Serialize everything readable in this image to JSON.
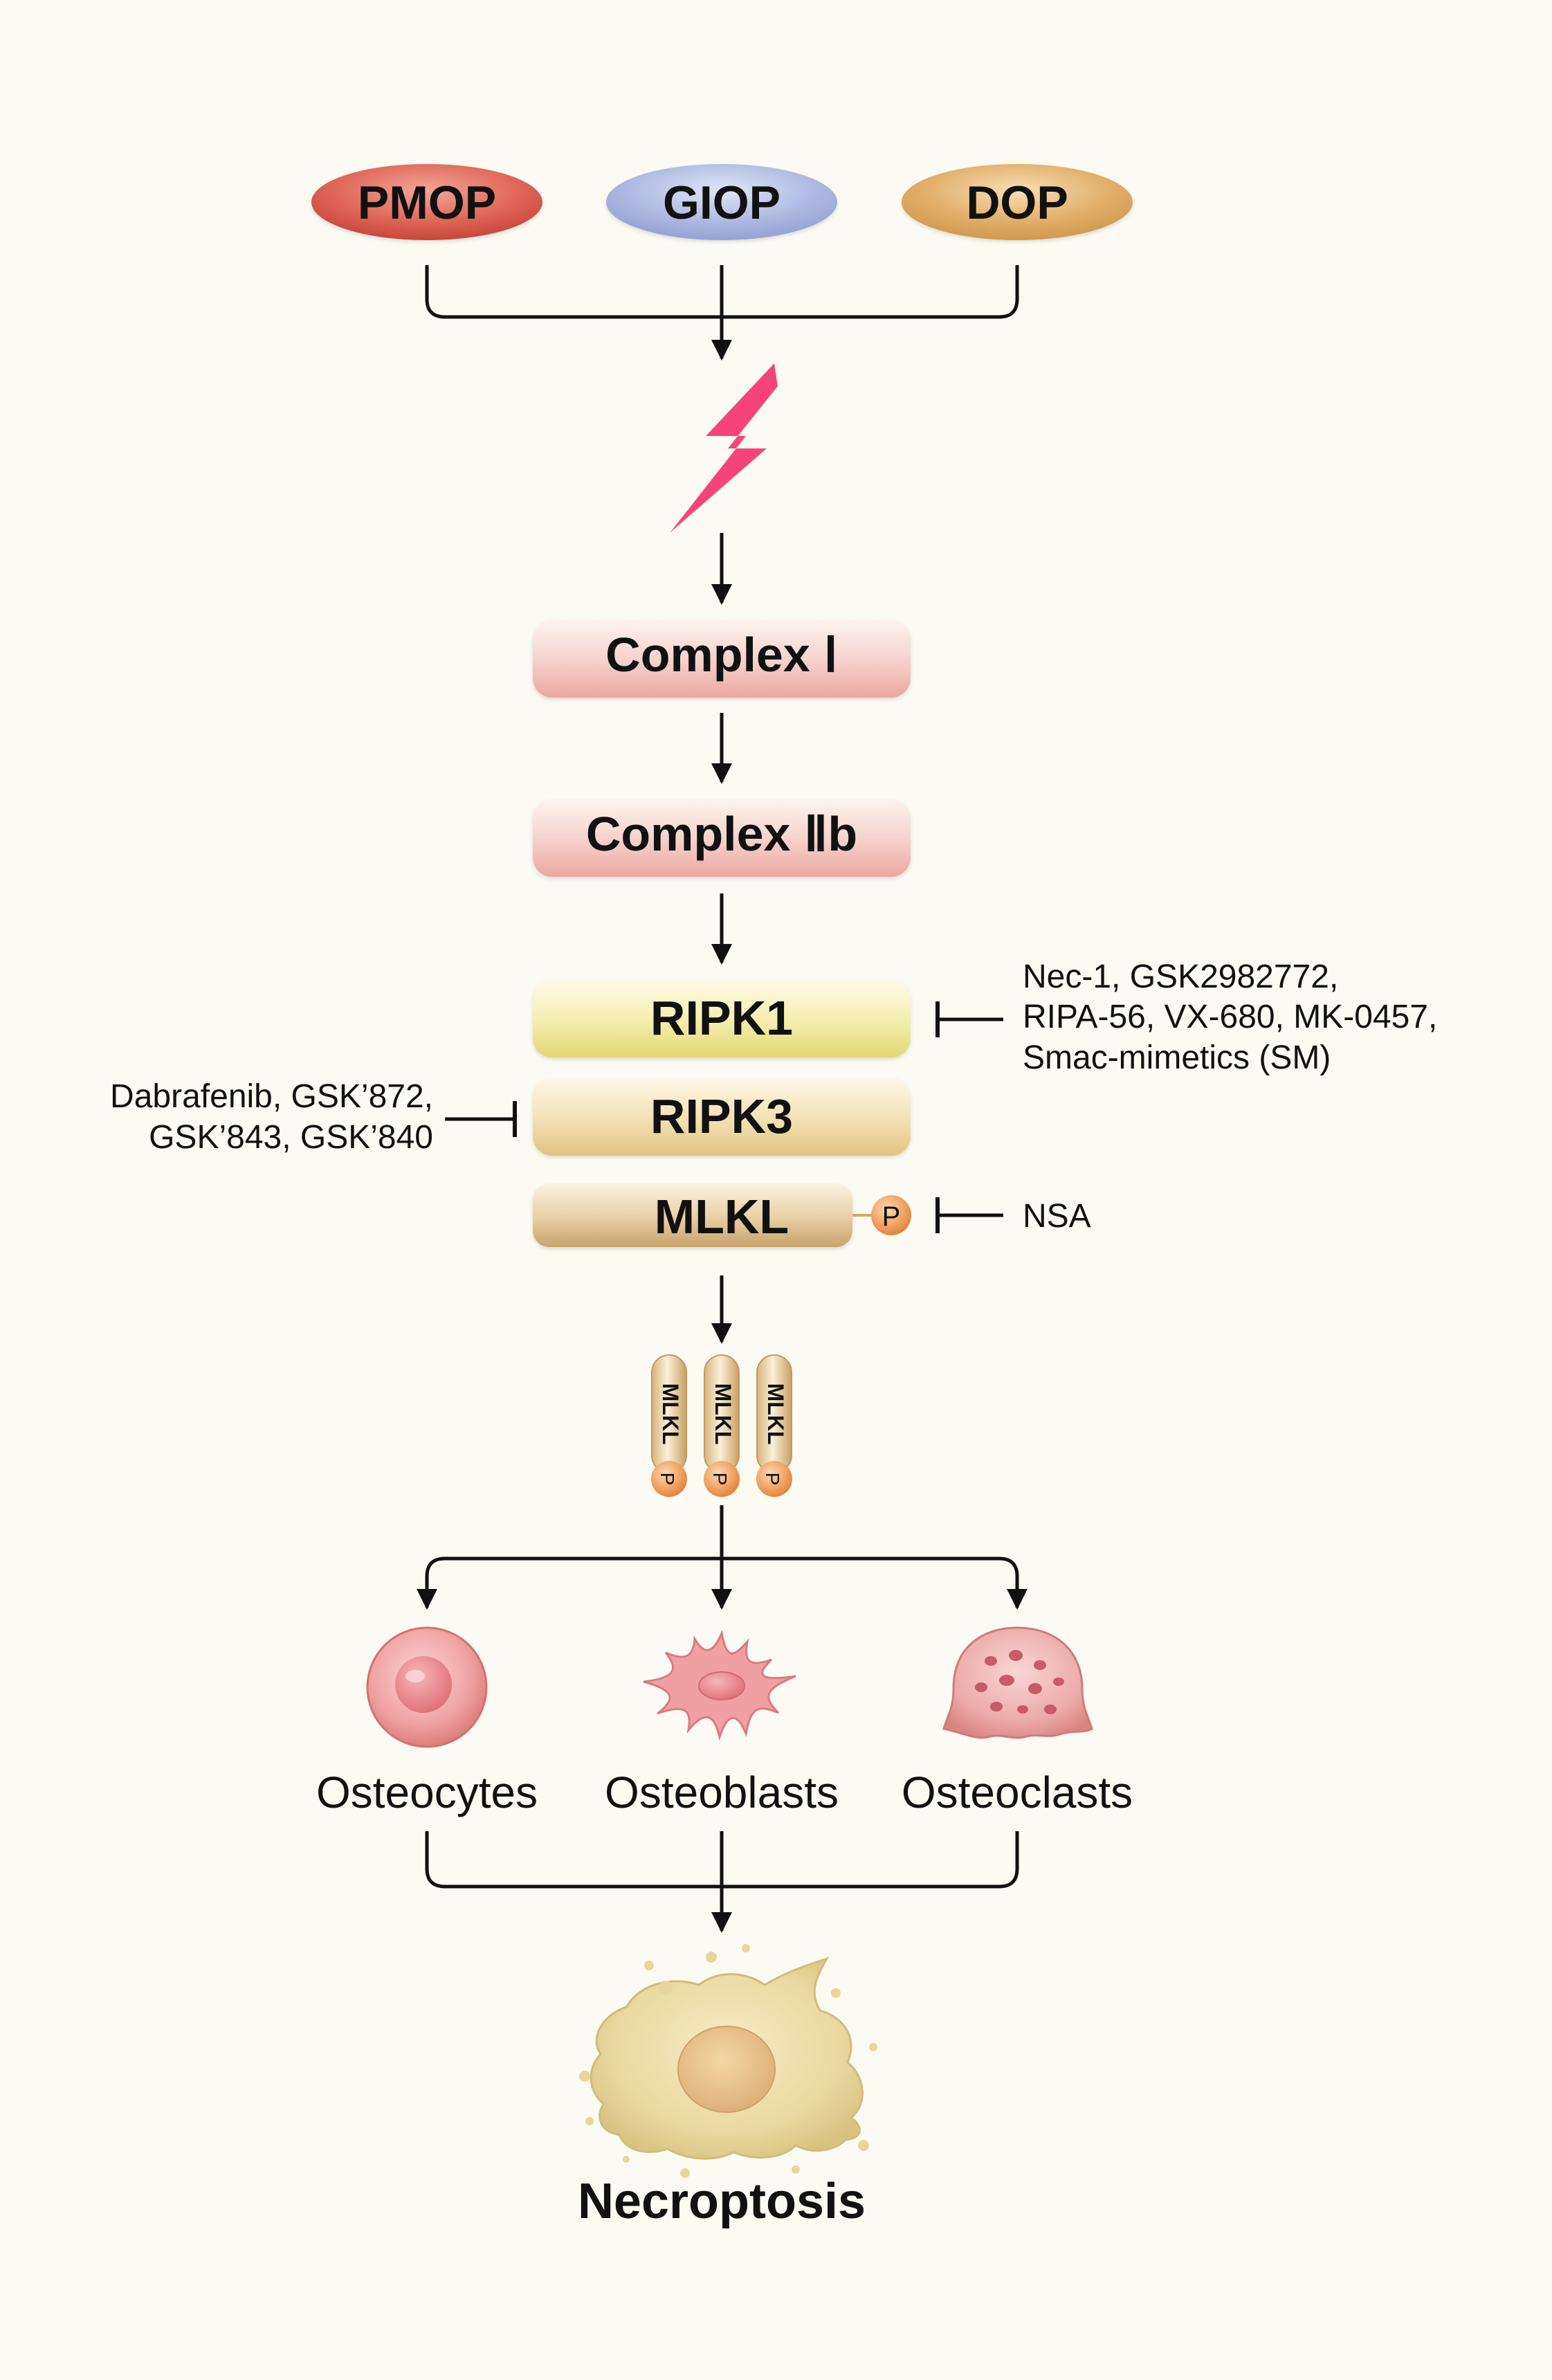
{
  "sources": {
    "pmop": "PMOP",
    "giop": "GIOP",
    "dop": "DOP"
  },
  "complexes": {
    "complex1": "Complex Ⅰ",
    "complex2b": "Complex Ⅱb"
  },
  "kinases": {
    "ripk1": "RIPK1",
    "ripk3": "RIPK3",
    "mlkl": "MLKL",
    "phospho": "P"
  },
  "inhibitors": {
    "ripk1_line1": "Nec-1, GSK2982772,",
    "ripk1_line2": "RIPA-56, VX-680, MK-0457,",
    "ripk1_line3": "Smac-mimetics (SM)",
    "ripk3_line1": "Dabrafenib, GSK’872,",
    "ripk3_line2": "GSK’843, GSK’840",
    "mlkl": "NSA"
  },
  "oligomer": {
    "label": "MLKL",
    "phospho": "P"
  },
  "cells": {
    "osteocytes": "Osteocytes",
    "osteoblasts": "Osteoblasts",
    "osteoclasts": "Osteoclasts"
  },
  "outcome": "Necroptosis",
  "colors": {
    "background": "#fcfbf3",
    "pmop": "#d9584a",
    "giop": "#a9b4de",
    "dop": "#d9a760",
    "complex": "#f0b2ac",
    "ripk1": "#ece48a",
    "ripk3": "#ecd497",
    "mlkl": "#d8b785",
    "lightning": "#f5447a",
    "phospho": "#f0a160"
  }
}
